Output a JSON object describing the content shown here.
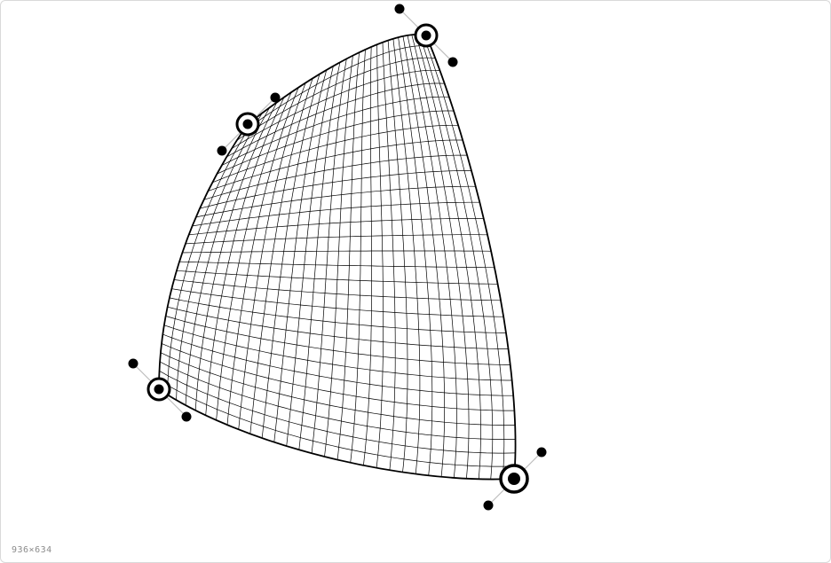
{
  "canvas": {
    "size_readout": "936×634"
  },
  "mesh": {
    "rows": 30,
    "cols": 30,
    "colors": {
      "outline": "#000000",
      "grid": "#000000",
      "handle_line": "#bdbdbd",
      "point": "#000000",
      "ring_fill": "#ffffff"
    }
  },
  "control_points": [
    {
      "name": "top-right"
    },
    {
      "name": "top-left"
    },
    {
      "name": "bottom-left"
    },
    {
      "name": "bottom-right",
      "selected": true
    }
  ]
}
